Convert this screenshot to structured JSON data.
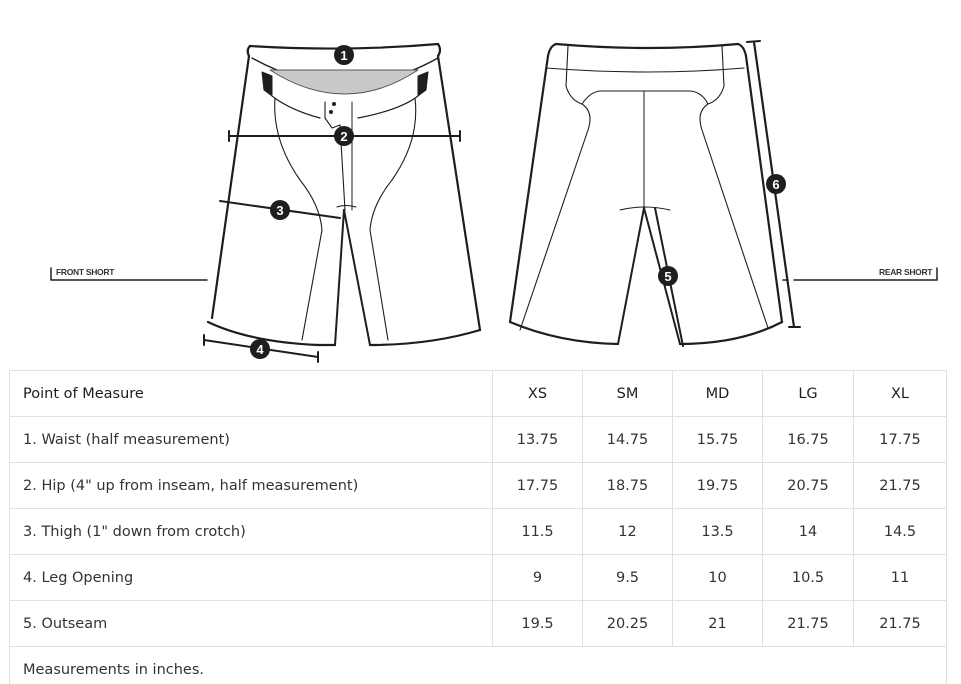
{
  "diagram": {
    "front_label": "FRONT SHORT",
    "rear_label": "REAR SHORT",
    "markers": [
      {
        "id": "1",
        "label": "1",
        "meaning": "waist"
      },
      {
        "id": "2",
        "label": "2",
        "meaning": "hip"
      },
      {
        "id": "3",
        "label": "3",
        "meaning": "thigh"
      },
      {
        "id": "4",
        "label": "4",
        "meaning": "leg-opening"
      },
      {
        "id": "5",
        "label": "5",
        "meaning": "inseam"
      },
      {
        "id": "6",
        "label": "6",
        "meaning": "outseam"
      }
    ]
  },
  "table": {
    "header": {
      "measure": "Point of Measure",
      "sizes": [
        "XS",
        "SM",
        "MD",
        "LG",
        "XL"
      ]
    },
    "rows": [
      {
        "label": "1. Waist (half measurement)",
        "values": [
          "13.75",
          "14.75",
          "15.75",
          "16.75",
          "17.75"
        ]
      },
      {
        "label": "2. Hip (4\" up from inseam, half measurement)",
        "values": [
          "17.75",
          "18.75",
          "19.75",
          "20.75",
          "21.75"
        ]
      },
      {
        "label": "3. Thigh (1\" down from crotch)",
        "values": [
          "11.5",
          "12",
          "13.5",
          "14",
          "14.5"
        ]
      },
      {
        "label": "4. Leg Opening",
        "values": [
          "9",
          "9.5",
          "10",
          "10.5",
          "11"
        ]
      },
      {
        "label": "5. Outseam",
        "values": [
          "19.5",
          "20.25",
          "21",
          "21.75",
          "21.75"
        ]
      }
    ],
    "note": "Measurements in inches."
  }
}
